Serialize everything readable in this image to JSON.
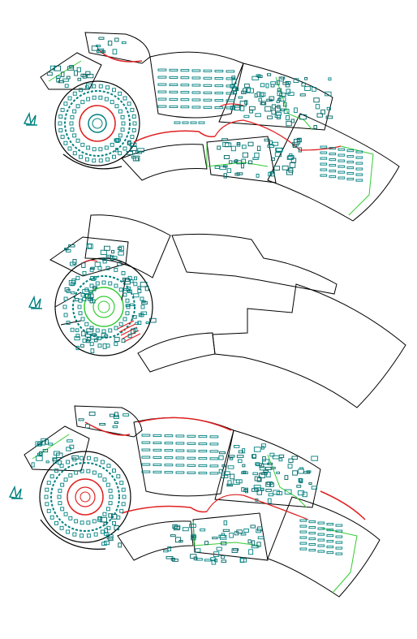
{
  "colors": {
    "background": "#ffffff",
    "outline": "#000000",
    "furniture": "#008080",
    "furniture_dark": "#006666",
    "circulation": "#e02020",
    "partition": "#33cc33",
    "grey": "#888888"
  },
  "plans": [
    {
      "name": "upper-floor-plan",
      "furnished": true,
      "label": "N"
    },
    {
      "name": "middle-floor-plan",
      "furnished": false,
      "label": "N"
    },
    {
      "name": "lower-floor-plan",
      "furnished": true,
      "label": "N"
    }
  ]
}
